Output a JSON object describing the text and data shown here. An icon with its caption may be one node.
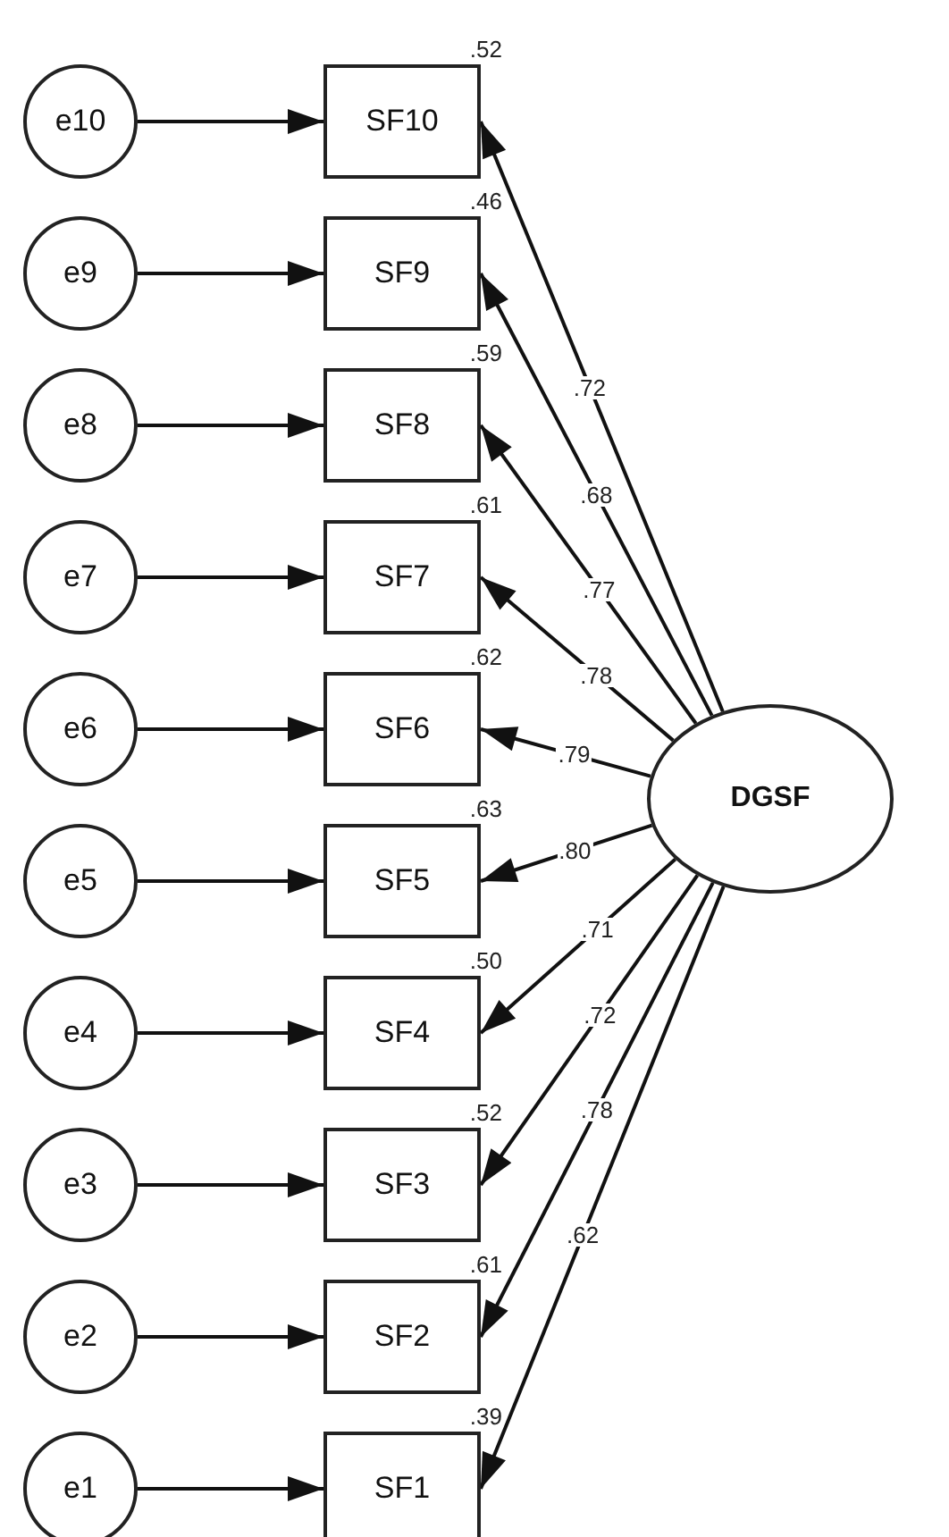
{
  "diagram": {
    "nodes": [
      {
        "text": [
          "e10"
        ]
      },
      {
        "text": [
          "SF10"
        ],
        "beside": [
          ".52"
        ]
      },
      {
        "text": [
          "e9"
        ]
      },
      {
        "text": [
          "SF9"
        ],
        "beside": [
          ".46"
        ]
      },
      {
        "text": [
          "e8"
        ]
      },
      {
        "text": [
          "SF8"
        ],
        "beside": [
          ".59"
        ]
      },
      {
        "text": [
          "e7"
        ]
      },
      {
        "text": [
          "SF7"
        ],
        "beside": [
          ".61"
        ]
      },
      {
        "text": [
          "e6"
        ]
      },
      {
        "text": [
          "SF6"
        ],
        "beside": [
          ".62"
        ]
      },
      {
        "text": [
          "e5"
        ]
      },
      {
        "text": [
          "SF5"
        ],
        "beside": [
          ".63"
        ]
      },
      {
        "text": [
          "e4"
        ]
      },
      {
        "text": [
          "SF4"
        ],
        "beside": [
          ".50"
        ]
      },
      {
        "text": [
          "e3"
        ]
      },
      {
        "text": [
          "SF3"
        ],
        "beside": [
          ".52"
        ]
      },
      {
        "text": [
          "e2"
        ]
      },
      {
        "text": [
          "SF2"
        ],
        "beside": [
          ".61"
        ]
      },
      {
        "text": [
          "e1"
        ]
      },
      {
        "text": [
          "SF1"
        ],
        "beside": [
          ".39"
        ]
      },
      {
        "text": [
          "DGSF"
        ]
      }
    ],
    "edges": [
      {
        "from": 0,
        "to": 1,
        "arrow": "to"
      },
      {
        "from": 2,
        "to": 3,
        "arrow": "to"
      },
      {
        "from": 4,
        "to": 5,
        "arrow": "to"
      },
      {
        "from": 6,
        "to": 7,
        "arrow": "to"
      },
      {
        "from": 8,
        "to": 9,
        "arrow": "to"
      },
      {
        "from": 10,
        "to": 11,
        "arrow": "to"
      },
      {
        "from": 12,
        "to": 13,
        "arrow": "to"
      },
      {
        "from": 14,
        "to": 15,
        "arrow": "to"
      },
      {
        "from": 16,
        "to": 17,
        "arrow": "to"
      },
      {
        "from": 18,
        "to": 19,
        "arrow": "to"
      },
      {
        "from": 20,
        "to": 1,
        "arrow": "to",
        "label": ".72"
      },
      {
        "from": 20,
        "to": 3,
        "arrow": "to",
        "label": ".68"
      },
      {
        "from": 20,
        "to": 5,
        "arrow": "to",
        "label": ".77"
      },
      {
        "from": 20,
        "to": 7,
        "arrow": "to",
        "label": ".78"
      },
      {
        "from": 20,
        "to": 9,
        "arrow": "to",
        "label": ".79"
      },
      {
        "from": 20,
        "to": 11,
        "arrow": "to",
        "label": ".80"
      },
      {
        "from": 20,
        "to": 13,
        "arrow": "to",
        "label": ".71"
      },
      {
        "from": 20,
        "to": 15,
        "arrow": "to",
        "label": ".72"
      },
      {
        "from": 20,
        "to": 17,
        "arrow": "to",
        "label": ".78"
      },
      {
        "from": 20,
        "to": 19,
        "arrow": "to",
        "label": ".62"
      }
    ]
  }
}
